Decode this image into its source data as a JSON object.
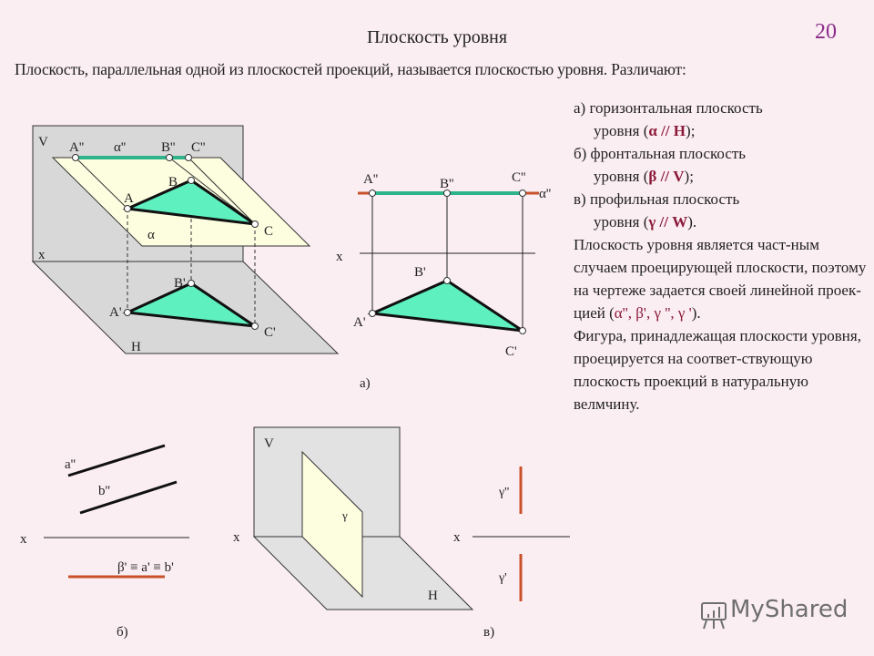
{
  "title": "Плоскость уровня",
  "page_number": "20",
  "intro": "Плоскость, параллельная одной из плоскостей проекций, называется плоскостью уровня. Различают:",
  "right_text": {
    "a_line1": "а) горизонтальная плоскость",
    "a_line2_pre": "уровня (",
    "a_sym": "α // H",
    "a_line2_post": ");",
    "b_line1": "б) фронтальная плоскость",
    "b_line2_pre": "уровня (",
    "b_sym": "β // V",
    "b_line2_post": ");",
    "v_line1": "в) профильная плоскость",
    "v_line2_pre": "уровня (",
    "v_sym": "γ // W",
    "v_line2_post": ").",
    "p1": "Плоскость уровня является част-ным случаем проецирующей плоскости, поэтому на чертеже задается своей линейной проек-цией (",
    "p1_syms": "α'', β', γ '', γ '",
    "p1_end": ").",
    "p2": "Фигура, принадлежащая плоскости уровня, проецируется на соответ-ствующую плоскость проекций в натуральную велмчину."
  },
  "fig_3d": {
    "labels": {
      "V": "V",
      "H": "H",
      "x": "x",
      "alpha2": "α''",
      "alpha": "α",
      "A2": "A''",
      "B2": "B''",
      "C2": "C''",
      "A": "A",
      "B": "B",
      "C": "C",
      "A1": "A'",
      "B1": "B'",
      "C1": "C'"
    }
  },
  "fig_a": {
    "caption": "а)",
    "labels": {
      "x": "x",
      "alpha2": "α''",
      "A2": "A''",
      "B2": "B''",
      "C2": "C''",
      "A1": "A'",
      "B1": "B'",
      "C1": "C'"
    }
  },
  "fig_b": {
    "caption": "б)",
    "labels": {
      "x": "x",
      "a2": "a''",
      "b2": "b''",
      "proj": "β' ≡ a' ≡ b'"
    }
  },
  "fig_v3d": {
    "labels": {
      "V": "V",
      "H": "H",
      "x": "x",
      "gamma": "γ"
    }
  },
  "fig_v": {
    "caption": "в)",
    "labels": {
      "x": "x",
      "g2": "γ''",
      "g1": "γ'"
    }
  },
  "colors": {
    "fill_green": "#5ff0c0",
    "line_teal": "#2fb38a",
    "red": "#c8502a",
    "plane_gray": "#d9d9d9",
    "plane_yellow": "#fdfde0"
  },
  "watermark": "MyShared"
}
